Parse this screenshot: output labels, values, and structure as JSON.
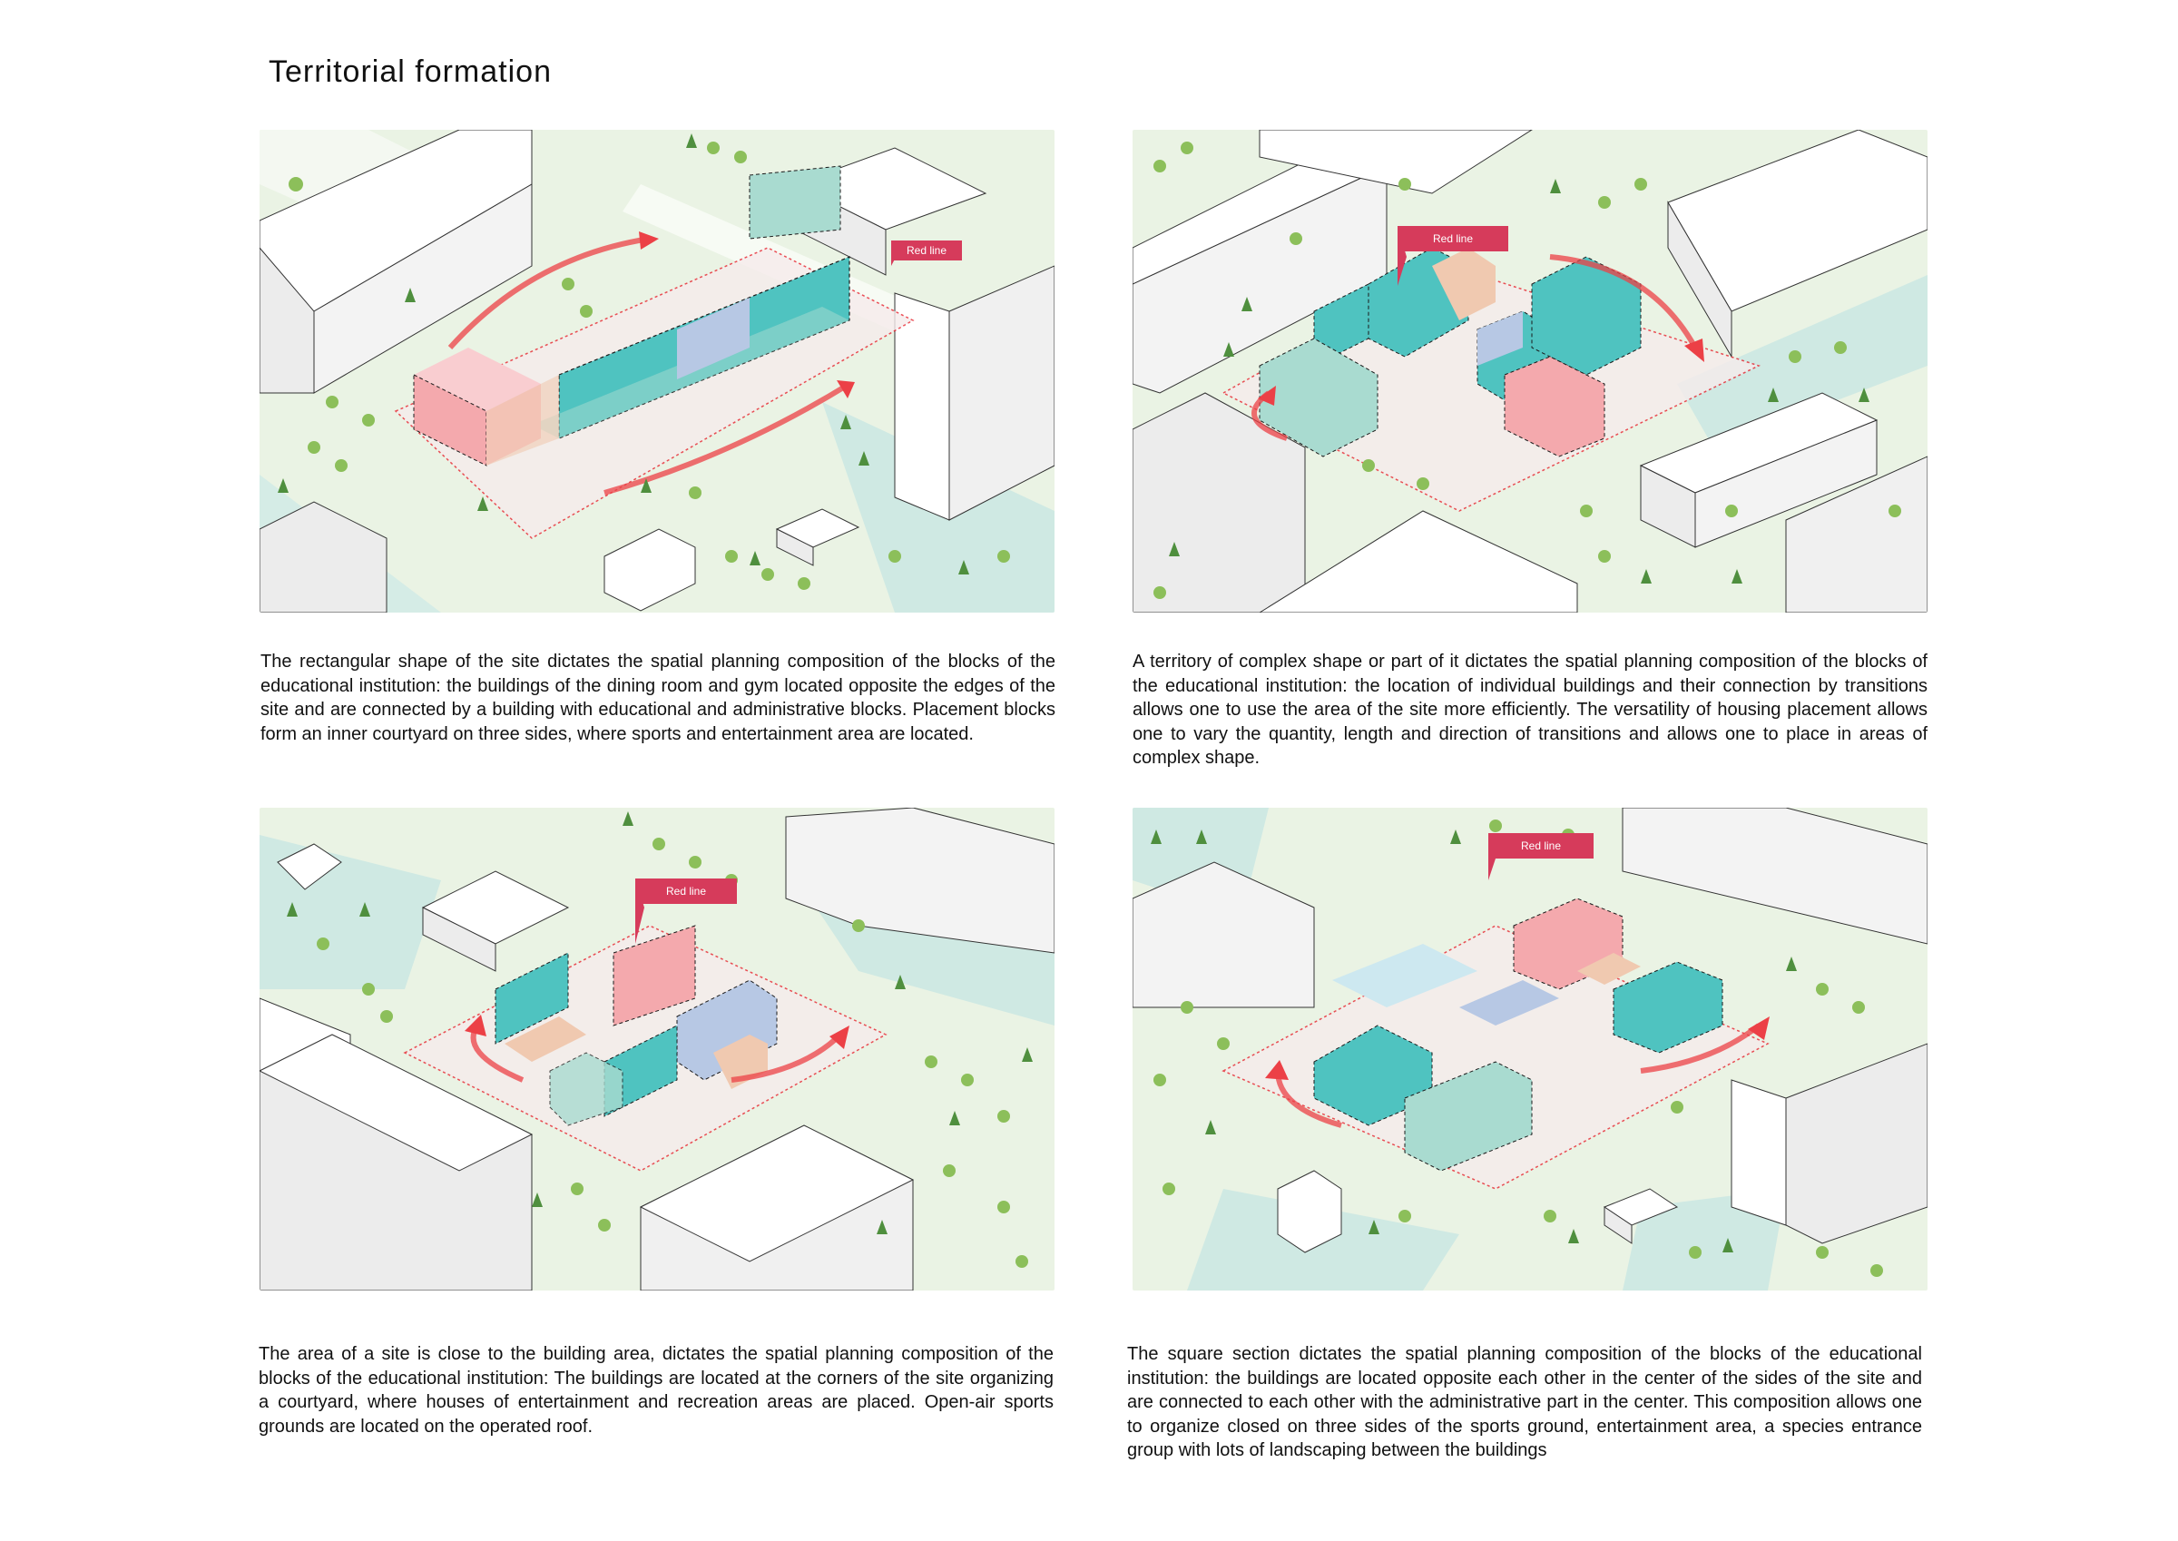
{
  "page": {
    "title": "Territorial formation"
  },
  "colors": {
    "ground": "#eaf3e4",
    "teal_ground": "#cfe9e3",
    "building_top": "#ffffff",
    "building_side": "#ececec",
    "teal_block": "#4fc3c0",
    "pink_block": "#f4a9ad",
    "blue_block": "#b7c8e4",
    "peach_block": "#f0c9b0",
    "mint_block": "#a9dbd0",
    "red_line": "#e8242f",
    "arrow": "#ec4046",
    "label_bg": "#d63b5b",
    "tree_green": "#8cbf5a",
    "tree_dark": "#4f8f3e"
  },
  "panels": [
    {
      "label": "Red line",
      "caption": "The rectangular shape of the site dictates the spatial planning composition of the blocks of the educational institution: the buildings of the dining room and gym located opposite the edges of the site and are connected by a building with educational and administrative blocks. Placement blocks form an inner courtyard on three sides, where sports and entertainment area are located."
    },
    {
      "label": "Red line",
      "caption": "A territory of complex shape or part of it dictates the spatial planning composition of the blocks of the educational institution: the location of individual buildings and their connection by transitions allows one to use the area of    the site more efficiently. The versatility of housing placement allows one to vary the quantity, length and direction of transitions and allows one to place in areas of complex shape."
    },
    {
      "label": "Red line",
      "caption": "The area of a site is close to the building area, dictates the spatial planning composition of the blocks of the educational institution: The buildings are located at the corners of the site organizing a courtyard, where houses of entertainment and recreation areas are placed. Open-air sports grounds are located on the operated roof."
    },
    {
      "label": "Red line",
      "caption": "The square section dictates the spatial planning composition of the blocks of the educational institution: the buildings are located opposite each other in the center of the sides of the site and are connected to each other with the administrative part in the center. This composition allows one to organize closed on three sides of the sports ground, entertainment area, a species entrance group with lots of landscaping between the buildings"
    }
  ]
}
